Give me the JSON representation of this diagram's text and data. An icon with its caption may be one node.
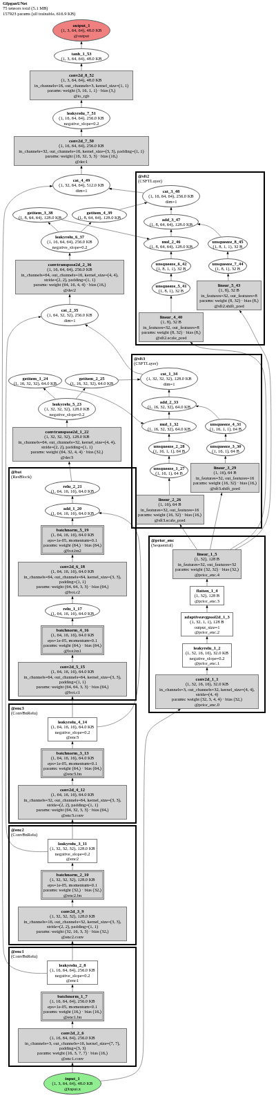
{
  "diagram": {
    "title": "GfpganUNet",
    "labels": [
      "75 tensors total (5.1 MB)",
      "157923 params (all trainable, 616.9 KB)"
    ],
    "nodes": [
      {
        "text": [
          "output_1",
          "(1, 3, 64, 64), 48.0 KB",
          "@output"
        ]
      },
      {
        "text": [
          "tanh_1_53",
          "(1, 3, 64, 64), 48.0 KB"
        ]
      },
      {
        "text": [
          "conv2d_8_52",
          "(1, 3, 64, 64), 48.0 KB",
          "in_channels=16, out_channels=3, kernel_size=(1, 1)",
          "params: weight (3, 16, 1, 1) · bias (3,)",
          "@to_rgb"
        ]
      },
      {
        "text": [
          "leakyrelu_7_51",
          "(1, 16, 64, 64), 256.0 KB",
          "negative_slope=0.2"
        ]
      },
      {
        "text": [
          "conv2d_7_50",
          "(1, 16, 64, 64), 256.0 KB",
          "in_channels=32, out_channels=16, kernel_size=(3, 3), padding=(1, 1)",
          "params: weight (16, 32, 3, 3) · bias (16,)",
          "@dec1"
        ]
      },
      {
        "text": [
          "cat_4_49",
          "(1, 32, 64, 64), 512.0 KB",
          "dim=1"
        ]
      },
      {
        "text": [
          "@sft2",
          "(CSFTLayer)"
        ]
      },
      {
        "text": [
          "cat_3_48",
          "(1, 16, 64, 64), 256.0 KB",
          "dim=1"
        ],
        "in": 6
      },
      {
        "text": [
          "add_3_47",
          "(1, 8, 64, 64), 128.0 KB"
        ],
        "in": 6
      },
      {
        "text": [
          "mul_2_46",
          "(1, 8, 64, 64), 128.0 KB"
        ],
        "in": 6
      },
      {
        "text": [
          "unsqueeze_8_45",
          "(1, 8, 1, 1), 32 B"
        ],
        "in": 6
      },
      {
        "text": [
          "unsqueeze_6_42",
          "(1, 8, 1, 1), 32 B"
        ],
        "in": 6
      },
      {
        "text": [
          "unsqueeze_7_44",
          "(1, 8, 1), 32 B"
        ],
        "in": 6
      },
      {
        "text": [
          "unsqueeze_5_41",
          "(1, 8, 1), 32 B"
        ],
        "in": 6
      },
      {
        "text": [
          "linear_5_43",
          "(1, 8), 32 B",
          "in_features=32, out_features=8",
          "params: weight (8, 32) · bias (8,)",
          "@sft2.shift_pred"
        ],
        "in": 6
      },
      {
        "text": [
          "linear_4_40",
          "(1, 8), 32 B",
          "in_features=32, out_features=8",
          "params: weight (8, 32) · bias (8,)",
          "@sft2.scale_pred"
        ],
        "in": 6
      },
      {
        "text": [
          "getitem_3_38",
          "(1, 8, 64, 64), 128.0 KB"
        ]
      },
      {
        "text": [
          "getitem_4_39",
          "(1, 8, 64, 64), 128.0 KB"
        ]
      },
      {
        "text": [
          "leakyrelu_6_37",
          "(1, 16, 64, 64), 256.0 KB",
          "negative_slope=0.2"
        ]
      },
      {
        "text": [
          "convtranspose2d_2_36",
          "(1, 16, 64, 64), 256.0 KB",
          "in_channels=64, out_channels=16, kernel_size=(4, 4), stride=(2, 2), padding=(1, 1)",
          "params: weight (64, 16, 4, 4) · bias (16,)",
          "@dec2"
        ]
      },
      {
        "text": [
          "cat_2_35",
          "(1, 64, 32, 32), 256.0 KB",
          "dim=1"
        ]
      },
      {
        "text": [
          "@sft3",
          "(CSFTLayer)"
        ]
      },
      {
        "text": [
          "cat_1_34",
          "(1, 32, 32, 32), 128.0 KB",
          "dim=1"
        ],
        "in": 21
      },
      {
        "text": [
          "add_2_33",
          "(1, 16, 32, 32), 64.0 KB"
        ],
        "in": 21
      },
      {
        "text": [
          "mul_1_32",
          "(1, 16, 32, 32), 64.0 KB"
        ],
        "in": 21
      },
      {
        "text": [
          "unsqueeze_4_31",
          "(1, 16, 1, 1), 64 B"
        ],
        "in": 21
      },
      {
        "text": [
          "unsqueeze_2_28",
          "(1, 16, 1, 1), 64 B"
        ],
        "in": 21
      },
      {
        "text": [
          "unsqueeze_3_30",
          "(1, 16, 1), 64 B"
        ],
        "in": 21
      },
      {
        "text": [
          "unsqueeze_1_27",
          "(1, 16, 1), 64 B"
        ],
        "in": 21
      },
      {
        "text": [
          "linear_3_29",
          "(1, 16), 64 B",
          "in_features=32, out_features=16",
          "params: weight (16, 32) · bias (16,)",
          "@sft3.shift_pred"
        ],
        "in": 21
      },
      {
        "text": [
          "linear_2_26",
          "(1, 16), 64 B",
          "in_features=32, out_features=16",
          "params: weight (16, 32) · bias (16,)",
          "@sft3.scale_pred"
        ],
        "in": 21
      },
      {
        "text": [
          "getitem_1_24",
          "(1, 16, 32, 32), 64.0 KB"
        ]
      },
      {
        "text": [
          "getitem_2_25",
          "(1, 16, 32, 32), 64.0 KB"
        ]
      },
      {
        "text": [
          "leakyrelu_5_23",
          "(1, 32, 32, 32), 128.0 KB",
          "negative_slope=0.2"
        ]
      },
      {
        "text": [
          "convtranspose2d_1_22",
          "(1, 32, 32, 32), 128.0 KB",
          "in_channels=64, out_channels=32, kernel_size=(4, 4), stride=(2, 2), padding=(1, 1)",
          "params: weight (64, 32, 4, 4) · bias (32,)",
          "@dec3"
        ]
      },
      {
        "text": [
          "@bot",
          "(ResBlock)"
        ]
      },
      {
        "text": [
          "relu_2_21",
          "(1, 64, 16, 16), 64.0 KB"
        ],
        "in": 35
      },
      {
        "text": [
          "add_1_20",
          "(1, 64, 16, 16), 64.0 KB"
        ],
        "in": 35
      },
      {
        "text": [
          "batchnorm_5_19",
          "(1, 64, 16, 16), 64.0 KB",
          "eps=1e-05, momentum=0.1",
          "params: weight (64,) · bias (64,)",
          "@bot.bn2"
        ],
        "in": 35
      },
      {
        "text": [
          "conv2d_6_18",
          "(1, 64, 16, 16), 64.0 KB",
          "in_channels=64, out_channels=64, kernel_size=(3, 3), padding=(1, 1)",
          "params: weight (64, 64, 3, 3) · bias (64,)",
          "@bot.c2"
        ],
        "in": 35
      },
      {
        "text": [
          "relu_1_17",
          "(1, 64, 16, 16), 64.0 KB"
        ],
        "in": 35
      },
      {
        "text": [
          "batchnorm_4_16",
          "(1, 64, 16, 16), 64.0 KB",
          "eps=1e-05, momentum=0.1",
          "params: weight (64,) · bias (64,)",
          "@bot.bn1"
        ],
        "in": 35
      },
      {
        "text": [
          "conv2d_5_15",
          "(1, 64, 16, 16), 64.0 KB",
          "in_channels=64, out_channels=64, kernel_size=(3, 3), padding=(1, 1)",
          "params: weight (64, 64, 3, 3) · bias (64,)",
          "@bot.c1"
        ],
        "in": 35
      },
      {
        "text": [
          "@prior_enc",
          "(Sequential)"
        ]
      },
      {
        "text": [
          "linear_1_5",
          "(1, 32), 128 B",
          "in_features=32, out_features=32",
          "params: weight (32, 32) · bias (32,)",
          "@prior_enc.4"
        ],
        "in": 43
      },
      {
        "text": [
          "flatten_1_4",
          "(1, 32), 128 B",
          "@prior_enc.3"
        ],
        "in": 43
      },
      {
        "text": [
          "adaptiveavgpool2d_1_3",
          "(1, 32, 1, 1), 128 B",
          "output_size=1",
          "@prior_enc.2"
        ],
        "in": 43
      },
      {
        "text": [
          "leakyrelu_1_2",
          "(1, 32, 16, 16), 32.0 KB",
          "negative_slope=0.2",
          "@prior_enc.1"
        ],
        "in": 43
      },
      {
        "text": [
          "conv2d_1_1",
          "(1, 32, 16, 16), 32.0 KB",
          "in_channels=3, out_channels=32, kernel_size=(4, 4), stride=(4, 4)",
          "params: weight (32, 3, 4, 4) · bias (32,)",
          "@prior_enc.0"
        ],
        "in": 43
      },
      {
        "text": [
          "@enc3",
          "(ConvBnRelu)"
        ]
      },
      {
        "text": [
          "leakyrelu_4_14",
          "(1, 64, 16, 16), 64.0 KB",
          "negative_slope=0.2",
          "@enc3"
        ],
        "in": 49
      },
      {
        "text": [
          "batchnorm_3_13",
          "(1, 64, 16, 16), 64.0 KB",
          "eps=1e-05, momentum=0.1",
          "params: weight (64,) · bias (64,)",
          "@enc3.bn"
        ],
        "in": 49
      },
      {
        "text": [
          "conv2d_4_12",
          "(1, 64, 16, 16), 64.0 KB",
          "in_channels=32, out_channels=64, kernel_size=(3, 3), stride=(2, 2), padding=(1, 1)",
          "params: weight (64, 32, 3, 3) · bias (64,)",
          "@enc3.conv"
        ],
        "in": 49
      },
      {
        "text": [
          "@enc2",
          "(ConvBnRelu)"
        ]
      },
      {
        "text": [
          "leakyrelu_3_11",
          "(1, 32, 32, 32), 128.0 KB",
          "negative_slope=0.2",
          "@enc2"
        ],
        "in": 53
      },
      {
        "text": [
          "batchnorm_2_10",
          "(1, 32, 32, 32), 128.0 KB",
          "eps=1e-05, momentum=0.1",
          "params: weight (32,) · bias (32,)",
          "@enc2.bn"
        ],
        "in": 53
      },
      {
        "text": [
          "conv2d_3_9",
          "(1, 32, 32, 32), 128.0 KB",
          "in_channels=16, out_channels=32, kernel_size=(3, 3), stride=(2, 2), padding=(1, 1)",
          "params: weight (32, 16, 3, 3) · bias (32,)",
          "@enc2.conv"
        ],
        "in": 53
      },
      {
        "text": [
          "@enc1",
          "(ConvBnRelu)"
        ]
      },
      {
        "text": [
          "leakyrelu_2_8",
          "(1, 16, 64, 64), 256.0 KB",
          "negative_slope=0.2",
          "@enc1"
        ],
        "in": 57
      },
      {
        "text": [
          "batchnorm_1_7",
          "(1, 16, 64, 64), 256.0 KB",
          "eps=1e-05, momentum=0.1",
          "params: weight (16,) · bias (16,)",
          "@enc1.bn"
        ],
        "in": 57
      },
      {
        "text": [
          "conv2d_2_6",
          "(1, 16, 64, 64), 256.0 KB",
          "in_channels=3, out_channels=16, kernel_size=(7, 7), padding=(3, 3)",
          "params: weight (16, 3, 7, 7) · bias (16,)",
          "@enc1.conv"
        ],
        "in": 57
      },
      {
        "text": [
          "input_1",
          "(1, 3, 64, 64), 48.0 KB",
          "@input.x"
        ]
      }
    ],
    "edges": [
      {
        "from": 1,
        "to": 0,
        "arrow": "to"
      },
      {
        "from": 2,
        "to": 1,
        "arrow": "to"
      },
      {
        "from": 3,
        "to": 2,
        "arrow": "to"
      },
      {
        "from": 4,
        "to": 3,
        "arrow": "to"
      },
      {
        "from": 5,
        "to": 4,
        "arrow": "to"
      },
      {
        "from": 7,
        "to": 5,
        "arrow": "to"
      },
      {
        "from": 58,
        "to": 5,
        "arrow": "to"
      },
      {
        "from": 8,
        "to": 7,
        "arrow": "to"
      },
      {
        "from": 17,
        "to": 7,
        "arrow": "to"
      },
      {
        "from": 9,
        "to": 8,
        "arrow": "to"
      },
      {
        "from": 10,
        "to": 8,
        "arrow": "to"
      },
      {
        "from": 11,
        "to": 9,
        "arrow": "to"
      },
      {
        "from": 16,
        "to": 9,
        "arrow": "to"
      },
      {
        "from": 12,
        "to": 10,
        "arrow": "to"
      },
      {
        "from": 13,
        "to": 11,
        "arrow": "to"
      },
      {
        "from": 14,
        "to": 12,
        "arrow": "to"
      },
      {
        "from": 15,
        "to": 13,
        "arrow": "to"
      },
      {
        "from": 18,
        "to": 16,
        "arrow": "to"
      },
      {
        "from": 18,
        "to": 17,
        "arrow": "to"
      },
      {
        "from": 19,
        "to": 18,
        "arrow": "to"
      },
      {
        "from": 20,
        "to": 19,
        "arrow": "to"
      },
      {
        "from": 22,
        "to": 20,
        "arrow": "to"
      },
      {
        "from": 54,
        "to": 20,
        "arrow": "to"
      },
      {
        "from": 23,
        "to": 22,
        "arrow": "to"
      },
      {
        "from": 32,
        "to": 22,
        "arrow": "to"
      },
      {
        "from": 24,
        "to": 23,
        "arrow": "to"
      },
      {
        "from": 25,
        "to": 23,
        "arrow": "to"
      },
      {
        "from": 26,
        "to": 24,
        "arrow": "to"
      },
      {
        "from": 31,
        "to": 24,
        "arrow": "to"
      },
      {
        "from": 27,
        "to": 25,
        "arrow": "to"
      },
      {
        "from": 28,
        "to": 26,
        "arrow": "to"
      },
      {
        "from": 29,
        "to": 27,
        "arrow": "to"
      },
      {
        "from": 30,
        "to": 28,
        "arrow": "to"
      },
      {
        "from": 33,
        "to": 31,
        "arrow": "to"
      },
      {
        "from": 33,
        "to": 32,
        "arrow": "to"
      },
      {
        "from": 34,
        "to": 33,
        "arrow": "to"
      },
      {
        "from": 36,
        "to": 34,
        "arrow": "to"
      },
      {
        "from": 44,
        "to": 29,
        "arrow": "to"
      },
      {
        "from": 44,
        "to": 30,
        "arrow": "to"
      },
      {
        "from": 44,
        "to": 14,
        "arrow": "to"
      },
      {
        "from": 44,
        "to": 15,
        "arrow": "to"
      },
      {
        "from": 37,
        "to": 36,
        "arrow": "to"
      },
      {
        "from": 38,
        "to": 37,
        "arrow": "to"
      },
      {
        "from": 50,
        "to": 37,
        "arrow": "to"
      },
      {
        "from": 39,
        "to": 38,
        "arrow": "to"
      },
      {
        "from": 40,
        "to": 39,
        "arrow": "to"
      },
      {
        "from": 41,
        "to": 40,
        "arrow": "to"
      },
      {
        "from": 42,
        "to": 41,
        "arrow": "to"
      },
      {
        "from": 50,
        "to": 42,
        "arrow": "to"
      },
      {
        "from": 45,
        "to": 44,
        "arrow": "to"
      },
      {
        "from": 46,
        "to": 45,
        "arrow": "to"
      },
      {
        "from": 47,
        "to": 46,
        "arrow": "to"
      },
      {
        "from": 48,
        "to": 47,
        "arrow": "to"
      },
      {
        "from": 61,
        "to": 48,
        "arrow": "to"
      },
      {
        "from": 51,
        "to": 50,
        "arrow": "to"
      },
      {
        "from": 52,
        "to": 51,
        "arrow": "to"
      },
      {
        "from": 54,
        "to": 52,
        "arrow": "to"
      },
      {
        "from": 55,
        "to": 54,
        "arrow": "to"
      },
      {
        "from": 56,
        "to": 55,
        "arrow": "to"
      },
      {
        "from": 58,
        "to": 56,
        "arrow": "to"
      },
      {
        "from": 59,
        "to": 58,
        "arrow": "to"
      },
      {
        "from": 60,
        "to": 59,
        "arrow": "to"
      },
      {
        "from": 61,
        "to": 60,
        "arrow": "to"
      }
    ]
  }
}
